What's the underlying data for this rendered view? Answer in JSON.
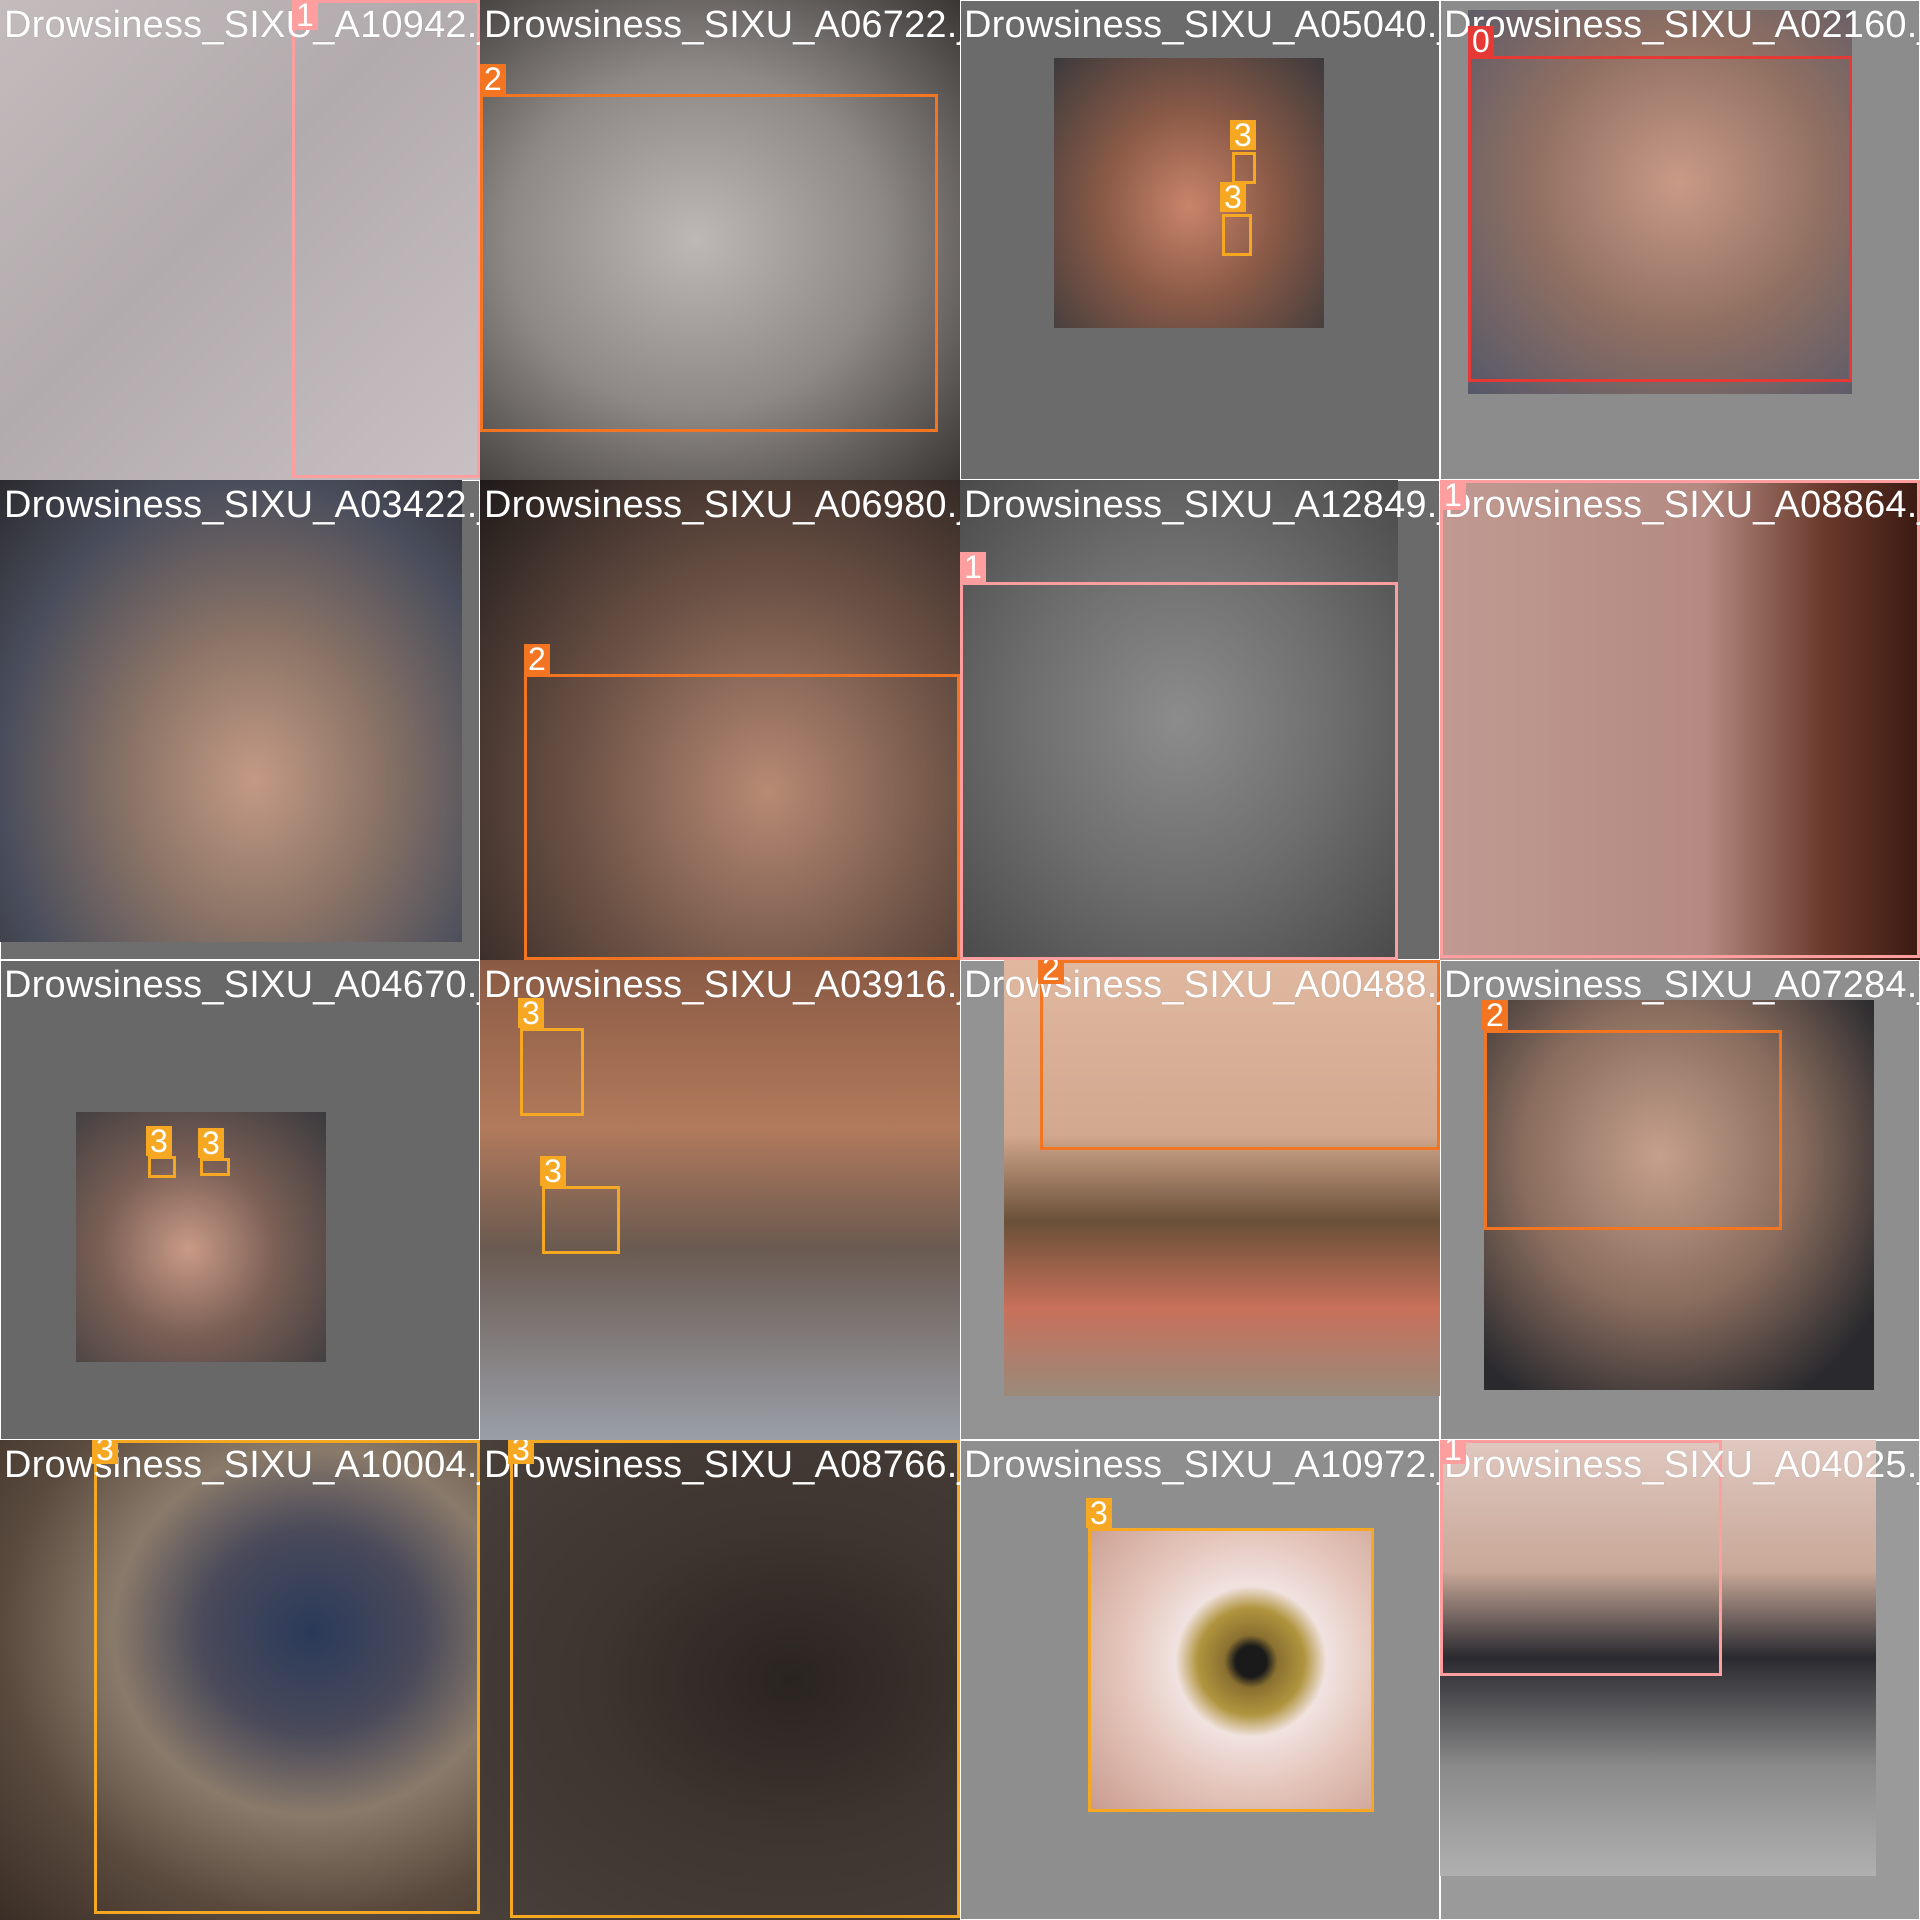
{
  "class_colors": {
    "0": "#e53935",
    "1": "#ff9e9e",
    "2": "#f47521",
    "3": "#f7a823"
  },
  "tiles": [
    {
      "filename": "Drowsiness_SIXU_A10942.jpg",
      "labels": [
        "1"
      ]
    },
    {
      "filename": "Drowsiness_SIXU_A06722.jpg",
      "labels": [
        "2"
      ]
    },
    {
      "filename": "Drowsiness_SIXU_A05040.jpg",
      "labels": [
        "3",
        "3"
      ]
    },
    {
      "filename": "Drowsiness_SIXU_A02160.jpg",
      "labels": [
        "0"
      ]
    },
    {
      "filename": "Drowsiness_SIXU_A03422.jpg",
      "labels": []
    },
    {
      "filename": "Drowsiness_SIXU_A06980.jpg",
      "labels": [
        "2"
      ]
    },
    {
      "filename": "Drowsiness_SIXU_A12849.jpg",
      "labels": [
        "1"
      ]
    },
    {
      "filename": "Drowsiness_SIXU_A08864.jpg",
      "labels": [
        "1"
      ]
    },
    {
      "filename": "Drowsiness_SIXU_A04670.jpg",
      "labels": [
        "3",
        "3"
      ]
    },
    {
      "filename": "Drowsiness_SIXU_A03916.jpg",
      "labels": [
        "3",
        "3"
      ]
    },
    {
      "filename": "Drowsiness_SIXU_A00488.jpg",
      "labels": [
        "2"
      ]
    },
    {
      "filename": "Drowsiness_SIXU_A07284.jpg",
      "labels": [
        "2"
      ]
    },
    {
      "filename": "Drowsiness_SIXU_A10004.jpg",
      "labels": [
        "3"
      ]
    },
    {
      "filename": "Drowsiness_SIXU_A08766.jpg",
      "labels": [
        "3"
      ]
    },
    {
      "filename": "Drowsiness_SIXU_A10972.jpg",
      "labels": [
        "3"
      ]
    },
    {
      "filename": "Drowsiness_SIXU_A04025.jpg",
      "labels": [
        "1"
      ]
    }
  ]
}
